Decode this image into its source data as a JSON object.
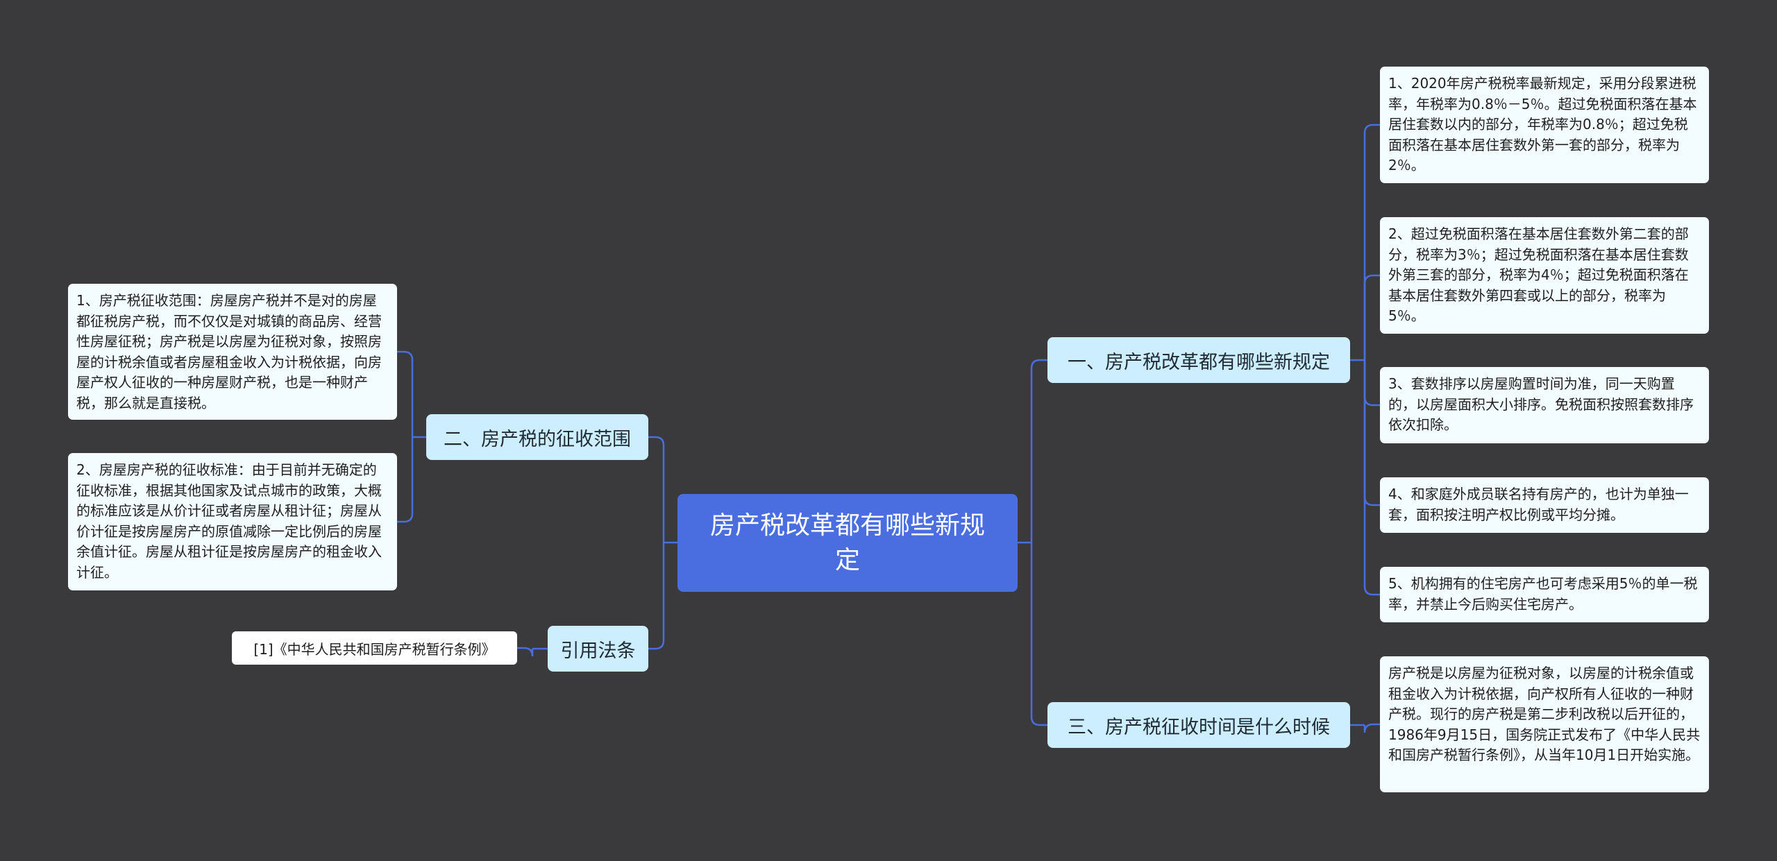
{
  "root": {
    "title": "房产税改革都有哪些新规定"
  },
  "branches": {
    "new_rules": {
      "label": "一、房产税改革都有哪些新规定",
      "items": [
        "1、2020年房产税税率最新规定，采用分段累进税率，年税率为0.8％－5％。超过免税面积落在基本居住套数以内的部分，年税率为0.8％；超过免税面积落在基本居住套数外第一套的部分，税率为2％。",
        "2、超过免税面积落在基本居住套数外第二套的部分，税率为3％；超过免税面积落在基本居住套数外第三套的部分，税率为4％；超过免税面积落在基本居住套数外第四套或以上的部分，税率为5％。",
        "3、套数排序以房屋购置时间为准，同一天购置的，以房屋面积大小排序。免税面积按照套数排序依次扣除。",
        "4、和家庭外成员联名持有房产的，也计为单独一套，面积按注明产权比例或平均分摊。",
        "5、机构拥有的住宅房产也可考虑采用5％的单一税率，并禁止今后购买住宅房产。"
      ]
    },
    "collection_time": {
      "label": "三、房产税征收时间是什么时候",
      "items": [
        "房产税是以房屋为征税对象，以房屋的计税余值或租金收入为计税依据，向产权所有人征收的一种财产税。现行的房产税是第二步利改税以后开征的，1986年9月15日，国务院正式发布了《中华人民共和国房产税暂行条例》，从当年10月1日开始实施。"
      ]
    },
    "collection_scope": {
      "label": "二、房产税的征收范围",
      "items": [
        "1、房产税征收范围：房屋房产税并不是对的房屋都征税房产税，而不仅仅是对城镇的商品房、经营性房屋征税；房产税是以房屋为征税对象，按照房屋的计税余值或者房屋租金收入为计税依据，向房屋产权人征收的一种房屋财产税，也是一种财产税，那么就是直接税。",
        "2、房屋房产税的征收标准：由于目前并无确定的征收标准，根据其他国家及试点城市的政策，大概的标准应该是从价计征或者房屋从租计征；房屋从价计征是按房屋房产的原值减除一定比例后的房屋余值计征。房屋从租计征是按房屋房产的租金收入计征。"
      ]
    },
    "legal_citation": {
      "label": "引用法条",
      "items": [
        "[1]《中华人民共和国房产税暂行条例》"
      ]
    }
  },
  "colors": {
    "background": "#3a393c",
    "root": "#4a6ee0",
    "branch": "#cdeefe",
    "leaf": "#f3fcff",
    "connector": "#4a6ee0"
  }
}
